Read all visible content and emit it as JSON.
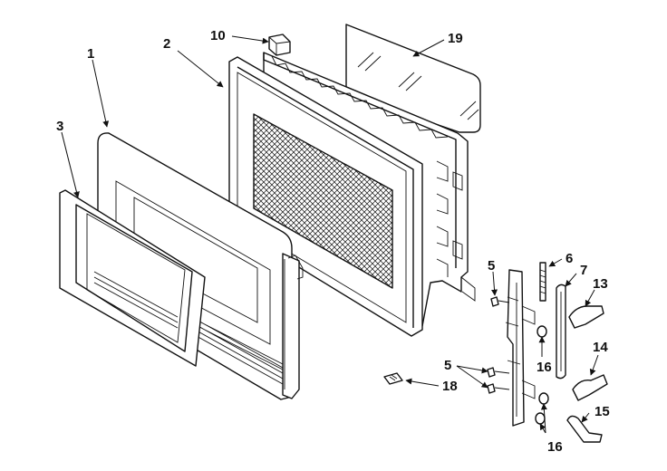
{
  "diagram": {
    "colors": {
      "ink": "#111111",
      "paper": "#ffffff"
    },
    "callouts": {
      "c1": "1",
      "c2": "2",
      "c3": "3",
      "c5a": "5",
      "c5b": "5",
      "c6": "6",
      "c7": "7",
      "c10": "10",
      "c13": "13",
      "c14": "14",
      "c15": "15",
      "c16a": "16",
      "c16b": "16",
      "c18": "18",
      "c19": "19"
    }
  }
}
